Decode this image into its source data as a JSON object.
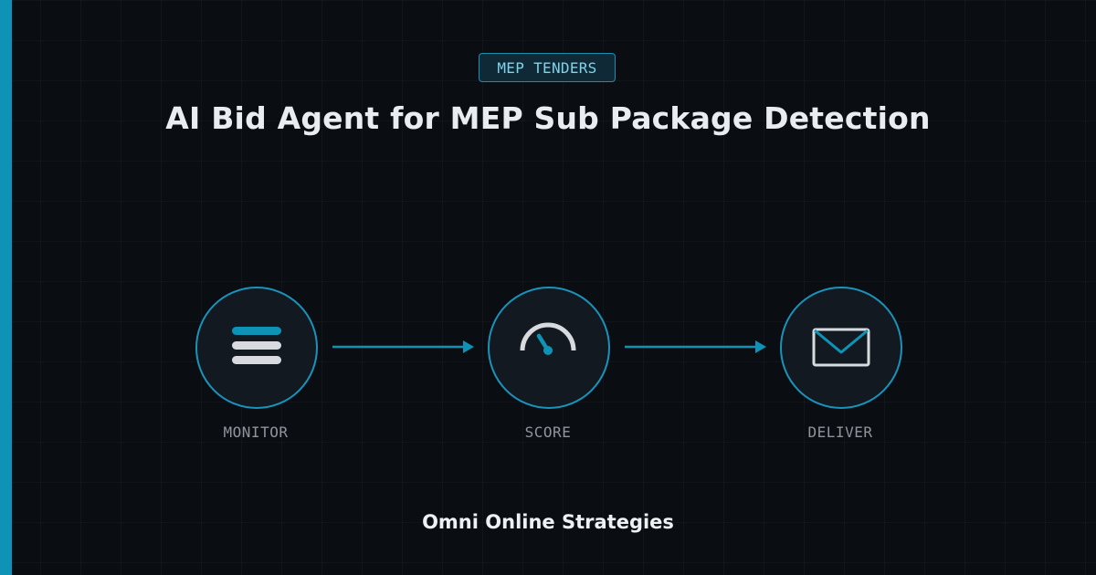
{
  "tag": {
    "label": "MEP TENDERS"
  },
  "title": "AI Bid Agent for MEP Sub Package Detection",
  "steps": [
    {
      "label": "MONITOR",
      "icon": "list-icon"
    },
    {
      "label": "SCORE",
      "icon": "gauge-icon"
    },
    {
      "label": "DELIVER",
      "icon": "envelope-icon"
    }
  ],
  "footer": {
    "brand": "Omni Online Strategies"
  },
  "colors": {
    "background": "#0a0e13",
    "accent": "#0e93b6",
    "icon_light": "#d7dbe0",
    "text": "#e9edf2",
    "muted": "#8e959d"
  }
}
